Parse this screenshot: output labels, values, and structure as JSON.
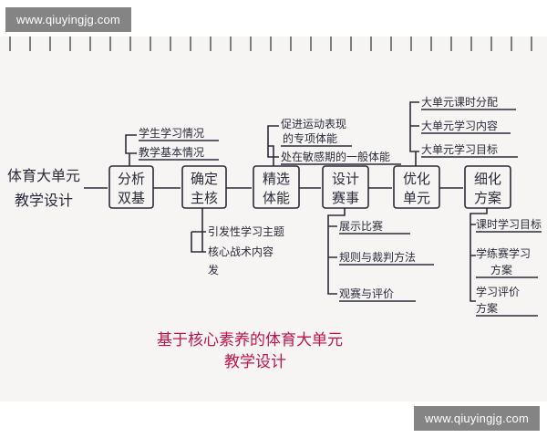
{
  "watermark": {
    "top": "www.qiuyingjg.com",
    "bottom": "www.qiuyingjg.com"
  },
  "diagram": {
    "root": {
      "line1": "体育大单元",
      "line2": "教学设计"
    },
    "nodes": [
      {
        "id": "n1",
        "line1": "分析",
        "line2": "双基"
      },
      {
        "id": "n2",
        "line1": "确定",
        "line2": "主核"
      },
      {
        "id": "n3",
        "line1": "精选",
        "line2": "体能"
      },
      {
        "id": "n4",
        "line1": "设计",
        "line2": "赛事"
      },
      {
        "id": "n5",
        "line1": "优化",
        "line2": "单元"
      },
      {
        "id": "n6",
        "line1": "细化",
        "line2": "方案"
      }
    ],
    "branches": {
      "n1_up": [
        "学生学习情况",
        "教学基本情况"
      ],
      "n2_down": [
        "引发性学习主题",
        "核心战术内容",
        "发"
      ],
      "n3_up": [
        "促进运动表现",
        "的专项体能",
        "处在敏感期的一般体能"
      ],
      "n4_down": [
        "展示比赛",
        "规则与裁判方法",
        "观赛与评价"
      ],
      "n5_up": [
        "大单元课时分配",
        "大单元学习内容",
        "大单元学习目标"
      ],
      "n6_down": [
        "课时学习目标",
        "学练赛学习",
        "方案",
        "学习评价",
        "方案"
      ]
    },
    "caption": {
      "line1": "基于核心素养的体育大单元",
      "line2": "教学设计"
    }
  },
  "colors": {
    "ink": "#2b2b3a",
    "caption": "#c1124f",
    "paper": "#f6f5f3"
  }
}
